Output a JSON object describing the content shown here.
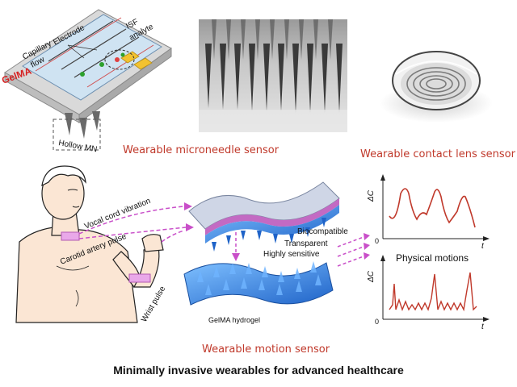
{
  "microneedle_diagram": {
    "electrode": "Electrode",
    "isf_analyte_line1": "ISF",
    "isf_analyte_line2": "analyte",
    "capillary_flow_line1": "Capillary",
    "capillary_flow_line2": "flow",
    "gelma": "GelMA",
    "hollow_mn": "Hollow MN"
  },
  "captions": {
    "microneedle": "Wearable microneedle sensor",
    "contact_lens": "Wearable contact lens sensor",
    "motion": "Wearable motion sensor"
  },
  "body_labels": {
    "vocal_cord": "Vocal cord vibration",
    "carotid": "Carotid artery pulse",
    "wrist": "Wrist pulse"
  },
  "hydrogel_labels": {
    "biocompatible": "Biocompatible",
    "transparent": "Transparent",
    "highly_sensitive": "Highly sensitive",
    "gelma_hydrogel": "GelMA hydrogel"
  },
  "signal_plots": {
    "y_label": "ΔC",
    "x_label": "t",
    "origin": "0",
    "physical_motions": "Physical motions"
  },
  "footer": "Minimally invasive wearables for advanced  healthcare",
  "colors": {
    "caption_red": "#c0392b",
    "signal_red": "#c0392b",
    "arrow_magenta": "#c94fc9",
    "hydrogel_blue": "#2f7fe0",
    "gelma_red": "#d62020"
  }
}
